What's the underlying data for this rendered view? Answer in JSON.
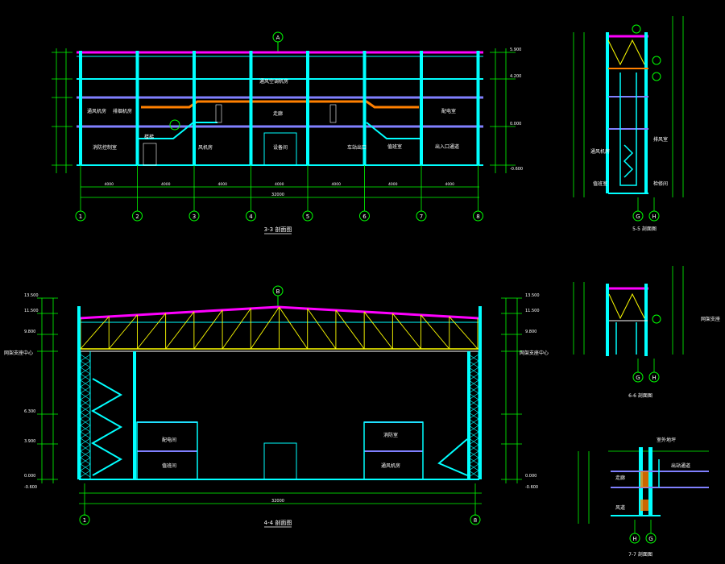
{
  "drawing": {
    "colors": {
      "background": "#000000",
      "column": "#00ffff",
      "slab": "#8080ff",
      "roof": "#ff00ff",
      "orange": "#ff8000",
      "truss": "#ffff00",
      "dimension": "#00ff00",
      "text": "#ffffff"
    },
    "views": {
      "s33": {
        "title": "3-3 剖面图",
        "grid_labels": [
          "1",
          "2",
          "3",
          "4",
          "5",
          "6",
          "7",
          "8"
        ],
        "top_grid": "A",
        "room_labels": [
          "通风空调机房",
          "通风机房",
          "排烟机房",
          "走廊",
          "消防控制室",
          "楼梯",
          "风机房",
          "设备间",
          "车站出口",
          "出入口通道",
          "配电室",
          "值班室"
        ],
        "dim_overall": "32000",
        "dim_spans": [
          "4000",
          "4000",
          "4000",
          "4000",
          "4000",
          "4000",
          "4000"
        ],
        "elev_labels": [
          "5.900",
          "4.200",
          "0.000",
          "-0.600"
        ]
      },
      "s44": {
        "title": "4-4 剖面图",
        "grid_labels": [
          "1",
          "8"
        ],
        "top_grid": "B",
        "room_labels": [
          "配电间",
          "值班间",
          "消防室",
          "通风机房"
        ],
        "dim_overall": "32000",
        "elev_labels": [
          "13.500",
          "11.500",
          "9.800",
          "6.300",
          "3.900",
          "0.000",
          "-0.600"
        ],
        "side_note": "网架支座中心"
      },
      "s55": {
        "title": "5-5 剖面图",
        "grid_labels": [
          "G",
          "H"
        ],
        "room_labels": [
          "通风机房",
          "排风室",
          "值班室",
          "检修间"
        ]
      },
      "s66": {
        "title": "6-6 剖面图",
        "grid_labels": [
          "G",
          "H"
        ],
        "note": "网架支座"
      },
      "s77": {
        "title": "7-7 剖面图",
        "grid_labels": [
          "H",
          "G"
        ],
        "top_note": "室外地坪",
        "room_labels": [
          "走廊",
          "风道",
          "出站通道"
        ]
      }
    }
  }
}
